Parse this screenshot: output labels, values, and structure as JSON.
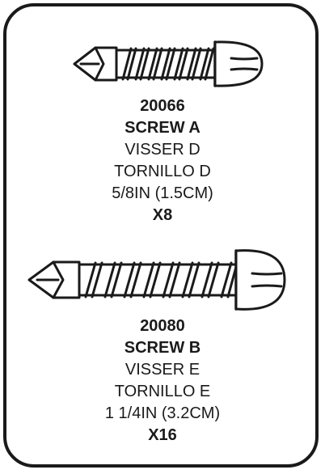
{
  "screw_a": {
    "part_number": "20066",
    "name": "SCREW A",
    "dutch": "VISSER D",
    "spanish": "TORNILLO D",
    "size": "5/8IN (1.5CM)",
    "quantity": "X8"
  },
  "screw_b": {
    "part_number": "20080",
    "name": "SCREW B",
    "dutch": "VISSER E",
    "spanish": "TORNILLO E",
    "size": "1 1/4IN (3.2CM)",
    "quantity": "X16"
  },
  "colors": {
    "ink": "#1a1a1a",
    "background": "#ffffff"
  },
  "icons": {
    "screw_a": "pan-head-self-drilling-screw-icon",
    "screw_b": "pan-head-self-drilling-screw-icon"
  }
}
